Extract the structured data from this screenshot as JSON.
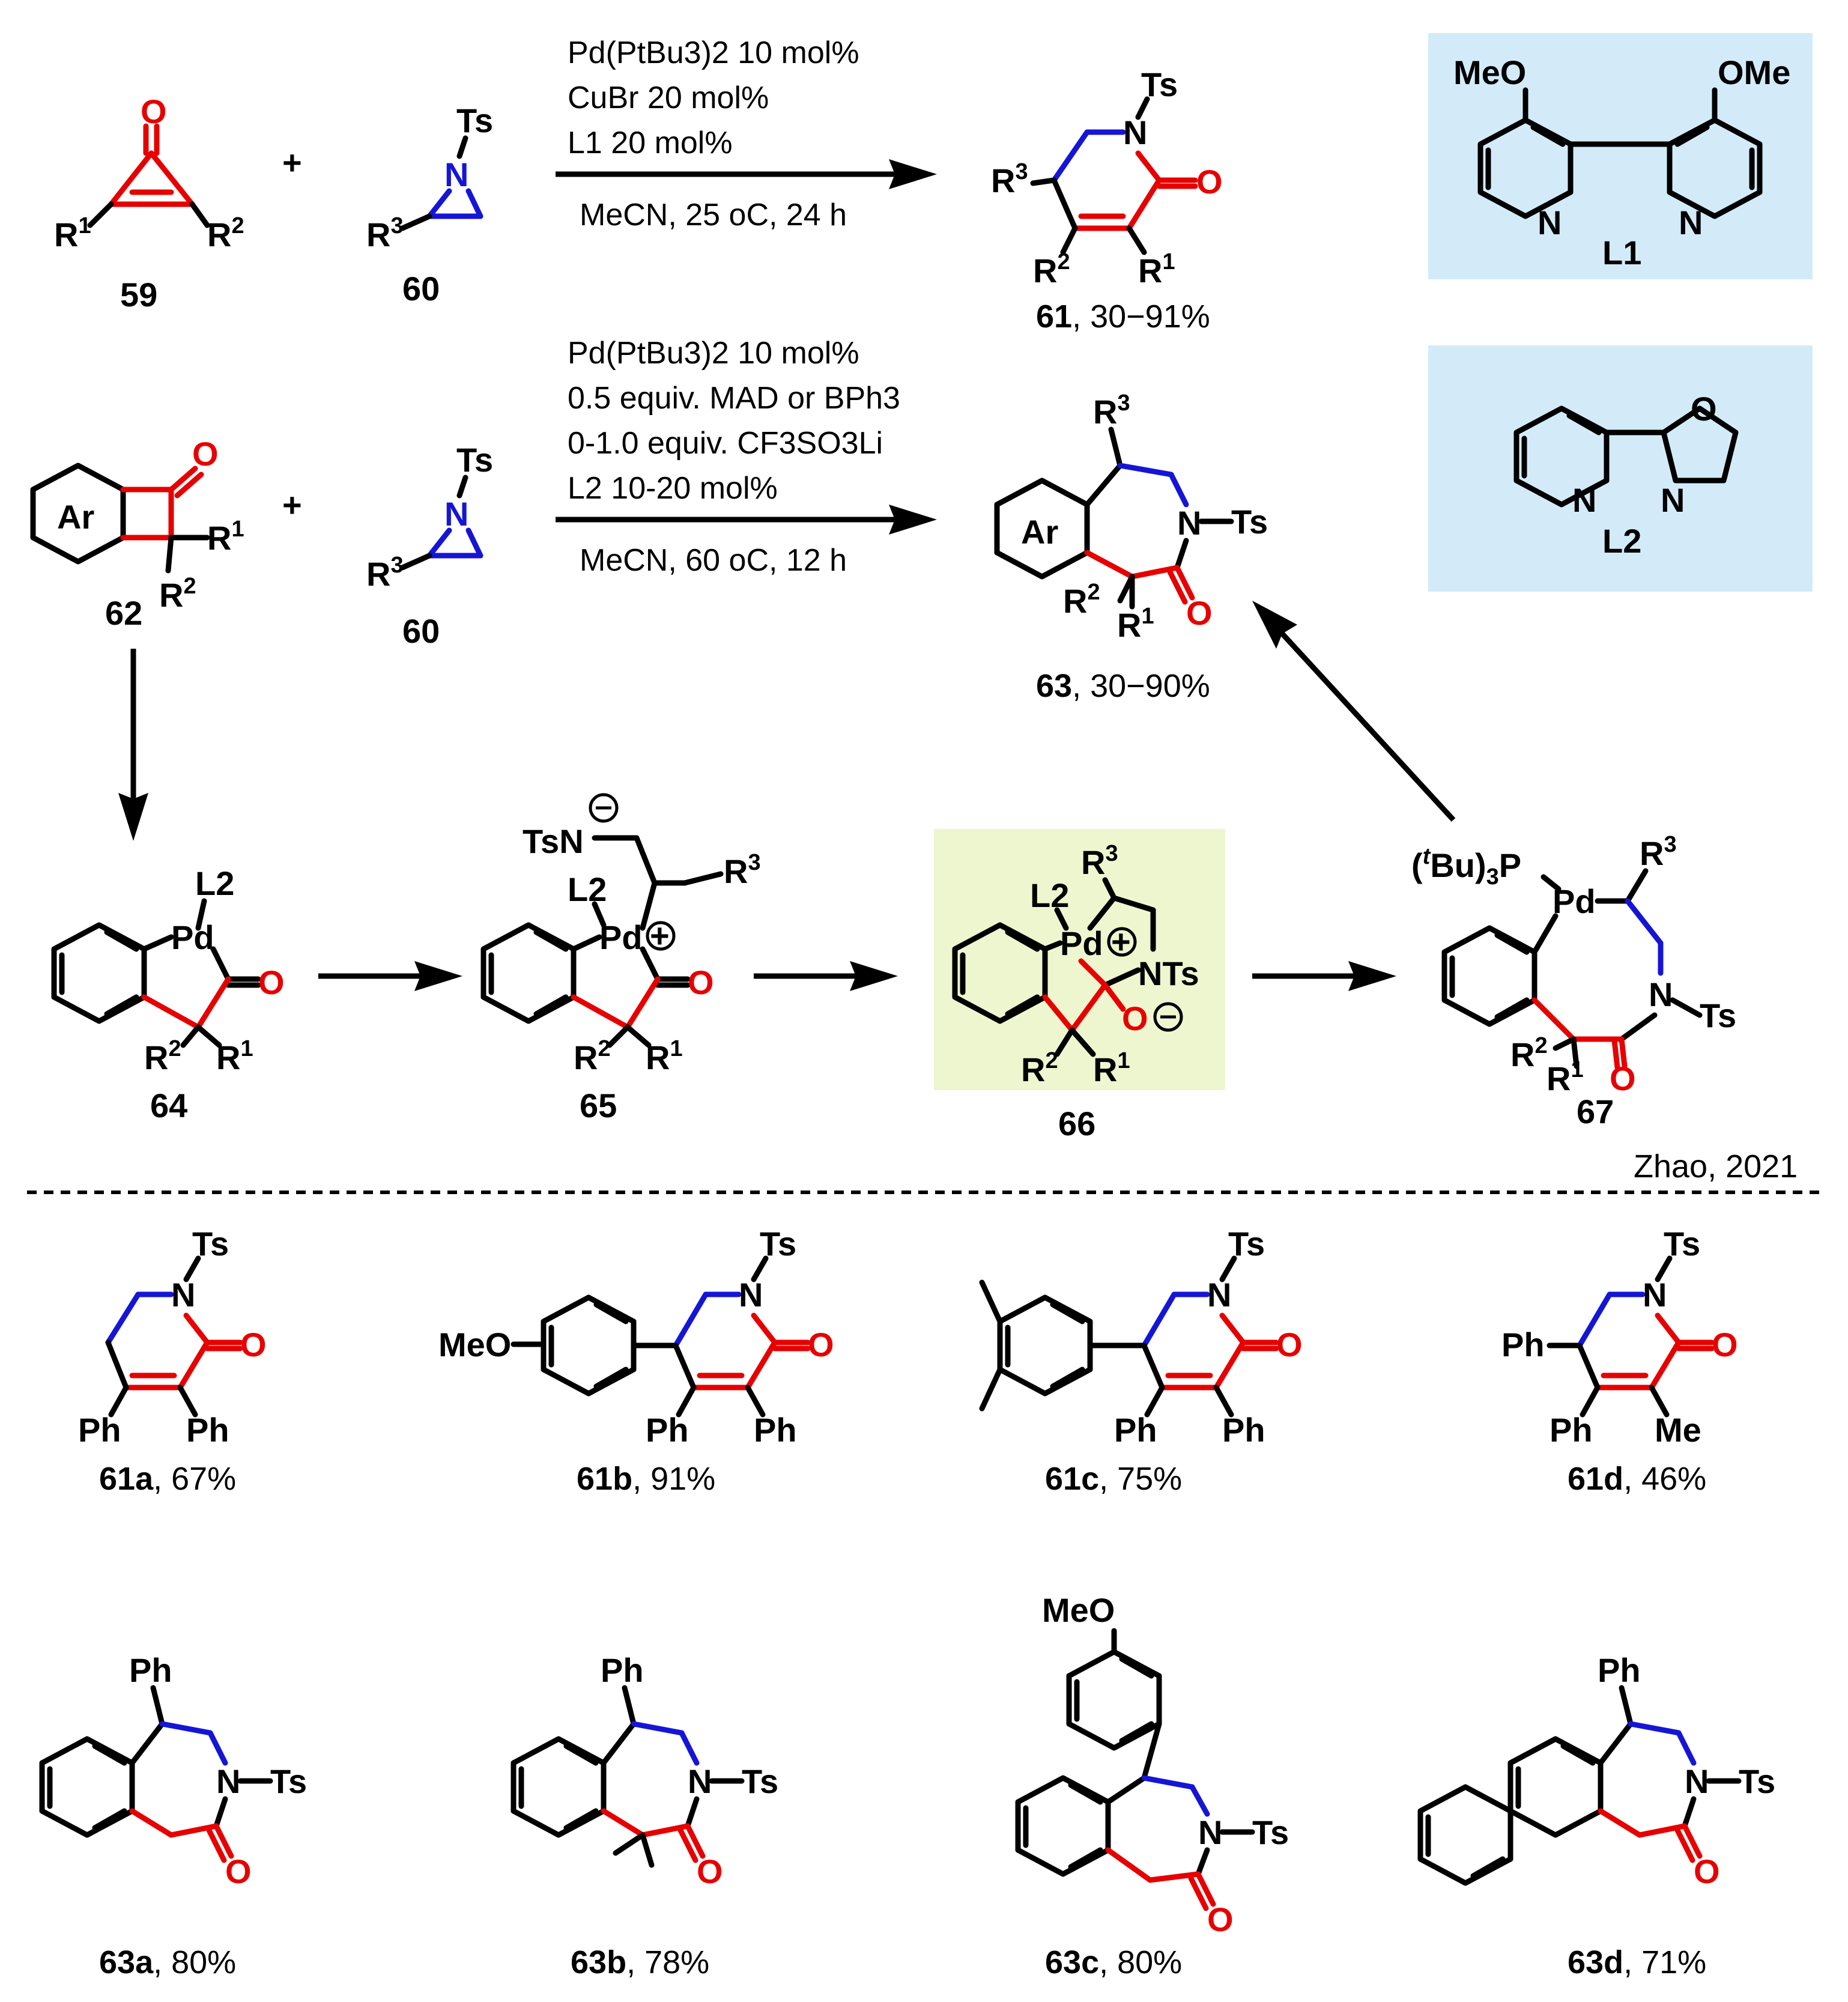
{
  "reaction1": {
    "conditions": [
      "Pd(PtBu3)2 10 mol%",
      "CuBr 20 mol%",
      "L1 20 mol%",
      "MeCN, 25 oC, 24 h"
    ],
    "reactant_labels": [
      "59",
      "60"
    ],
    "product_label": "61",
    "product_yield": ", 30−91%"
  },
  "reaction2": {
    "conditions": [
      "Pd(PtBu3)2 10 mol%",
      "0.5 equiv. MAD or BPh3",
      "0-1.0 equiv. CF3SO3Li",
      "L2 10-20 mol%",
      "MeCN, 60 oC, 12 h"
    ],
    "reactant_labels": [
      "62",
      "60"
    ],
    "product_label": "63",
    "product_yield": ", 30−90%"
  },
  "ligands": [
    {
      "name": "L1",
      "substituents": [
        "MeO",
        "OMe"
      ],
      "bg_color": "#d3ebf9"
    },
    {
      "name": "L2",
      "bg_color": "#d3ebf9"
    }
  ],
  "mechanism": {
    "intermediates": [
      "64",
      "65",
      "66",
      "67"
    ],
    "highlight_color": "#eef6cf"
  },
  "citation": "Zhao, 2021",
  "products_61": [
    {
      "label": "61a",
      "yield": ", 67%"
    },
    {
      "label": "61b",
      "yield": ", 91%"
    },
    {
      "label": "61c",
      "yield": ", 75%"
    },
    {
      "label": "61d",
      "yield": ", 46%"
    }
  ],
  "products_63": [
    {
      "label": "63a",
      "yield": ", 80%"
    },
    {
      "label": "63b",
      "yield": ", 78%"
    },
    {
      "label": "63c",
      "yield": ", 80%"
    },
    {
      "label": "63d",
      "yield": ", 71%"
    }
  ],
  "colors": {
    "new_c_c_bonds": "#e60000",
    "aziridine_bonds": "#1515d6"
  }
}
